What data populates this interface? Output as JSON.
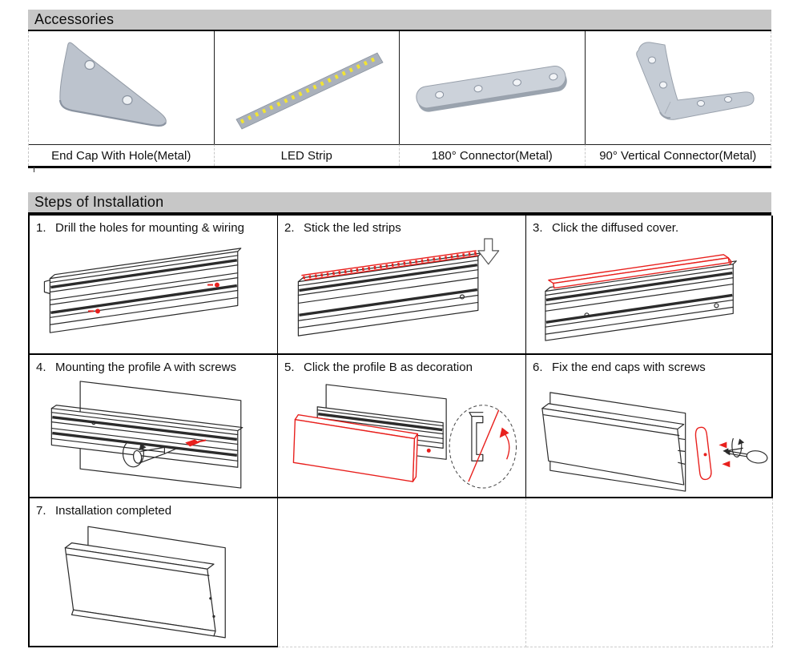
{
  "accessories": {
    "title": "Accessories",
    "items": [
      {
        "label": "End Cap With Hole(Metal)",
        "icon": "end-cap-illustration"
      },
      {
        "label": "LED Strip",
        "icon": "led-strip-illustration"
      },
      {
        "label": "180° Connector(Metal)",
        "icon": "straight-connector-illustration"
      },
      {
        "label": "90° Vertical Connector(Metal)",
        "icon": "vertical-connector-illustration"
      }
    ]
  },
  "steps": {
    "title": "Steps of Installation",
    "items": [
      {
        "number": "1.",
        "label": "Drill the holes for mounting & wiring"
      },
      {
        "number": "2.",
        "label": "Stick the led strips"
      },
      {
        "number": "3.",
        "label": "Click the diffused cover."
      },
      {
        "number": "4.",
        "label": "Mounting the profile A with screws"
      },
      {
        "number": "5.",
        "label": "Click the profile B as decoration"
      },
      {
        "number": "6.",
        "label": "Fix the end caps with screws"
      },
      {
        "number": "7.",
        "label": "Installation completed"
      }
    ]
  },
  "colors": {
    "section_header_bg": "#c7c7c7",
    "accent_red": "#e8201d",
    "line_black": "#1f1f1f",
    "metal_gray": "#bcc3cd",
    "led_yellow": "#f2e433"
  }
}
